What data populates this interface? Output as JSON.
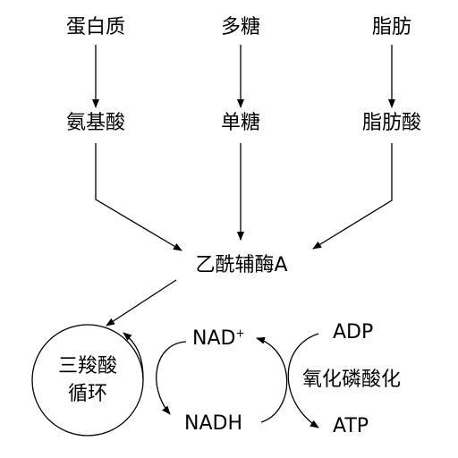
{
  "sources": {
    "protein": "蛋白质",
    "polysaccharide": "多糖",
    "fat": "脂肪"
  },
  "monomers": {
    "amino_acid": "氨基酸",
    "monosaccharide": "单糖",
    "fatty_acid": "脂肪酸"
  },
  "acetyl_coa": "乙酰辅酶A",
  "tca_cycle": {
    "line1": "三羧酸",
    "line2": "循环"
  },
  "nad": {
    "base": "NAD",
    "charge": "+"
  },
  "nadh": "NADH",
  "adp": "ADP",
  "atp": "ATP",
  "oxidative_phosphorylation": "氧化磷酸化"
}
